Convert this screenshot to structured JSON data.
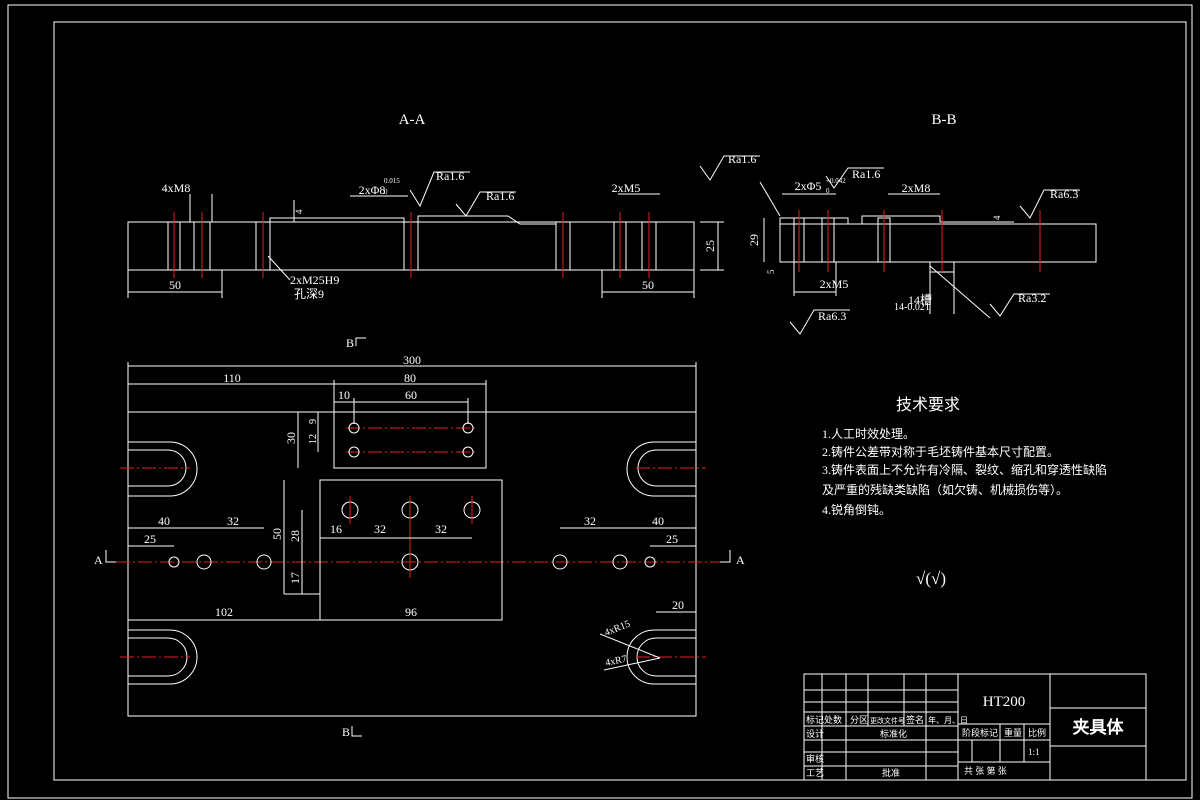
{
  "views": {
    "section_aa": {
      "title": "A-A",
      "dims": {
        "holes_left": "4xM8",
        "bushing_top": "2xΦ8",
        "tol_top": "0.015",
        "tol_bot": "0",
        "holes_right": "2xM5",
        "depth_small": "4",
        "height": "25",
        "len_left": "50",
        "len_right": "50",
        "bottom_holes_1": "2xM25H9",
        "bottom_holes_2": "孔深9"
      },
      "roughness": {
        "r1": "Ra1.6",
        "r2": "Ra1.6"
      }
    },
    "section_bb": {
      "title": "B-B",
      "dims": {
        "bushing_top": "2xΦ5",
        "tol": "+0.042",
        "tol_bot": "0",
        "holes_right": "2xM8",
        "height_left": "29",
        "small": "5",
        "depth_small": "4",
        "bottom_holes": "2xM5",
        "slot_a": "14槽",
        "slot_b": "14-0.021"
      },
      "roughness": {
        "left": "Ra1.6",
        "mid": "Ra1.6",
        "right": "Ra6.3",
        "bottom_left": "Ra6.3",
        "bottom_right": "Ra3.2"
      }
    },
    "plan": {
      "marks": {
        "b_top": "B",
        "b_bottom": "B",
        "a_left": "A",
        "a_right": "A"
      },
      "dims": {
        "total": "300",
        "d110": "110",
        "d80": "80",
        "d10": "10",
        "d60": "60",
        "d30": "30",
        "d9": "9",
        "d12": "12",
        "d40l": "40",
        "d32l": "32",
        "d25l": "25",
        "d50": "50",
        "d28": "28",
        "d17": "17",
        "d16": "16",
        "d32a": "32",
        "d32b": "32",
        "d32r": "32",
        "d40r": "40",
        "d25r": "25",
        "d102": "102",
        "d96": "96",
        "d20": "20",
        "r_a": "4xR15",
        "r_b": "4xR7"
      }
    }
  },
  "tech_req": {
    "title": "技术要求",
    "items": [
      "1.人工时效处理。",
      "2.铸件公差带对称于毛坯铸件基本尺寸配置。",
      "3.铸件表面上不允许有冷隔、裂纹、缩孔和穿透性缺陷",
      "及严重的残缺类缺陷（如欠铸、机械损伤等）。",
      "4.锐角倒钝。"
    ],
    "roughness_symbol": "√(√)"
  },
  "title_block": {
    "material": "HT200",
    "part_name": "夹具体",
    "row_labels": [
      "标记",
      "处数",
      "分区",
      "更改文件号",
      "签名",
      "年、月、日"
    ],
    "design": "设计",
    "standard": "标准化",
    "review": "审核",
    "process": "工艺",
    "approve": "批准",
    "stage": "阶段标记",
    "weight": "重量",
    "scale_label": "比例",
    "scale": "1:1",
    "sheets": "共  张 第  张"
  }
}
